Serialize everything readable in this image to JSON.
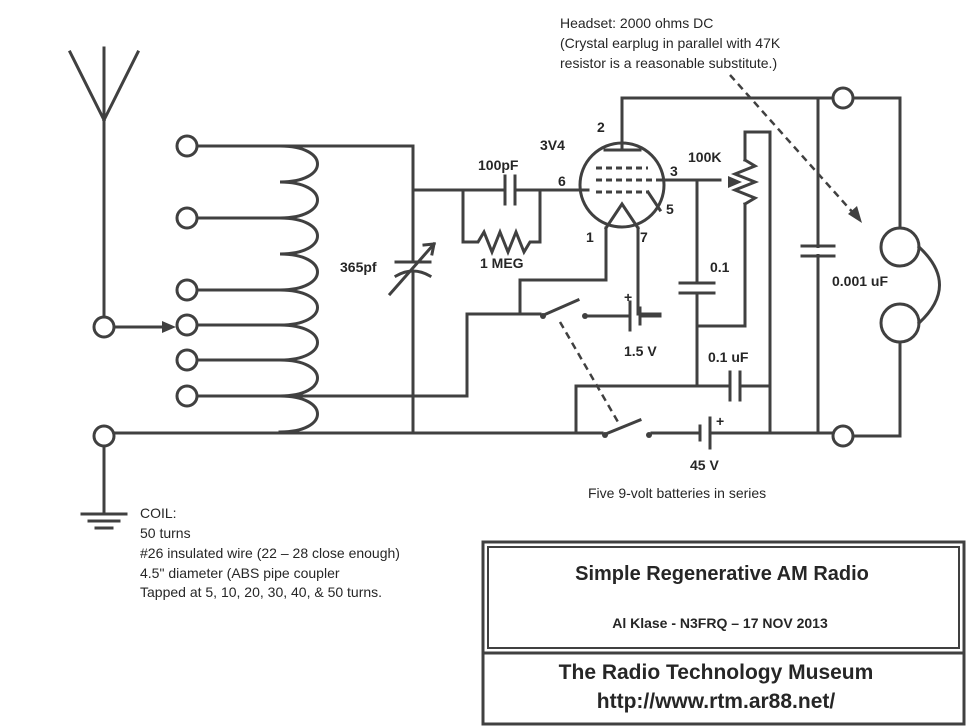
{
  "headset_note": [
    "Headset:  2000 ohms DC",
    "(Crystal earplug in parallel with 47K",
    "resistor is a reasonable substitute.)"
  ],
  "labels": {
    "tube": "3V4",
    "pin2": "2",
    "pin6": "6",
    "pin3": "3",
    "pin5": "5",
    "pin1": "1",
    "pin7": "7",
    "cap_grid": "100pF",
    "res_grid": "1 MEG",
    "cap_tuning": "365pf",
    "pot": "100K",
    "cap_01": "0.1",
    "cap_0001": "0.001 uF",
    "cap_01uf": "0.1 uF",
    "batt_a": "1.5 V",
    "batt_b": "45 V",
    "batt_plus_a": "+",
    "batt_plus_b": "+",
    "batteries_note": "Five 9-volt batteries in series"
  },
  "coil_notes": [
    "COIL:",
    "50 turns",
    "#26 insulated wire (22 – 28 close enough)",
    "4.5\" diameter (ABS pipe coupler",
    "Tapped at 5, 10, 20, 30, 40, & 50 turns."
  ],
  "title_block": {
    "title": "Simple Regenerative AM Radio",
    "author": "Al Klase - N3FRQ – 17 NOV 2013",
    "museum": "The Radio Technology Museum",
    "url": "http://www.rtm.ar88.net/"
  },
  "colors": {
    "line": "#404040",
    "text": "#262626"
  }
}
